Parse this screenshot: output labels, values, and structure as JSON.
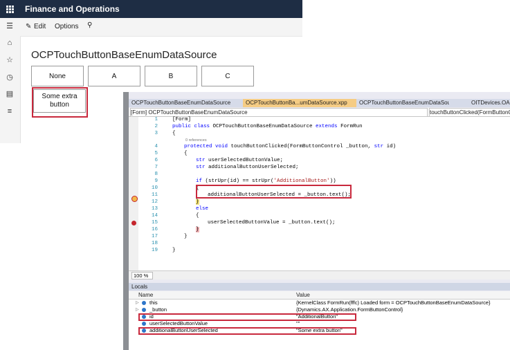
{
  "fo": {
    "app_title": "Finance and Operations",
    "actions": {
      "edit": "Edit",
      "options": "Options"
    },
    "form_title": "OCPTouchButtonBaseEnumDataSource",
    "buttons": [
      "None",
      "A",
      "B",
      "C"
    ],
    "extra_button": "Some extra button",
    "icons": [
      "grid-icon",
      "hamburger-icon",
      "home-icon",
      "star-icon",
      "clock-icon",
      "workspace-icon",
      "list-icon",
      "pencil-icon",
      "search-icon"
    ]
  },
  "vs": {
    "tabs": [
      "OCPTouchButtonBaseEnumDataSource",
      "OCPTouchButtonBa...umDataSource.xpp",
      "OCPTouchButtonBaseEnumDataSource",
      "OITDevices.OAP"
    ],
    "nav_left": "[Form] OCPTouchButtonBaseEnumDataSource",
    "nav_right": "touchButtonClicked(FormButtonControl _button, str id)",
    "lines": {
      "l1": "[Form]",
      "l2_kw": "public class ",
      "l2_rest": "OCPTouchButtonBaseEnumDataSource ",
      "l2_kw2": "extends",
      "l2_end": " FormRun",
      "l3": "{",
      "refs": "0 references",
      "l4_kw": "protected void ",
      "l4_rest": "touchButtonClicked(FormButtonControl _button, ",
      "l4_kw2": "str",
      "l4_end": " id)",
      "l5": "{",
      "l6_kw": "str ",
      "l6_rest": "userSelectedButtonValue;",
      "l7_kw": "str ",
      "l7_rest": "additionalButtonUserSelected;",
      "l9_kw": "if ",
      "l9_rest": "(strUpr(id) == strUpr(",
      "l9_str": "'AdditionalButton'",
      "l9_end": "))",
      "l10": "{",
      "l11": "additionalButtonUserSelected = _button.text();",
      "l12": "}",
      "l13": "else",
      "l14": "{",
      "l15": "userSelectedButtonValue = _button.text();",
      "l16": "}",
      "l17": "}",
      "l19": "}"
    },
    "line_numbers": [
      "1",
      "2",
      "3",
      "4",
      "5",
      "6",
      "7",
      "8",
      "9",
      "10",
      "11",
      "12",
      "13",
      "14",
      "15",
      "16",
      "17",
      "18",
      "19"
    ],
    "zoom": "100 %",
    "locals_title": "Locals",
    "locals_headers": {
      "name": "Name",
      "value": "Value"
    },
    "locals": [
      {
        "name": "this",
        "value": "{KernelClass FormRun(fffc) Loaded form = OCPTouchButtonBaseEnumDataSource}"
      },
      {
        "name": "_button",
        "value": "{Dynamics.AX.Application.FormButtonControl}"
      },
      {
        "name": "id",
        "value": "\"AdditionalButton\""
      },
      {
        "name": "userSelectedButtonValue",
        "value": "\"\""
      },
      {
        "name": "additionalButtonUserSelected",
        "value": "\"Some extra button\""
      }
    ]
  },
  "colors": {
    "highlight": "#c8283c",
    "fo_bar": "#1e2d44",
    "keyword": "#0000ff",
    "string": "#a31515",
    "line_number": "#2b91af"
  }
}
